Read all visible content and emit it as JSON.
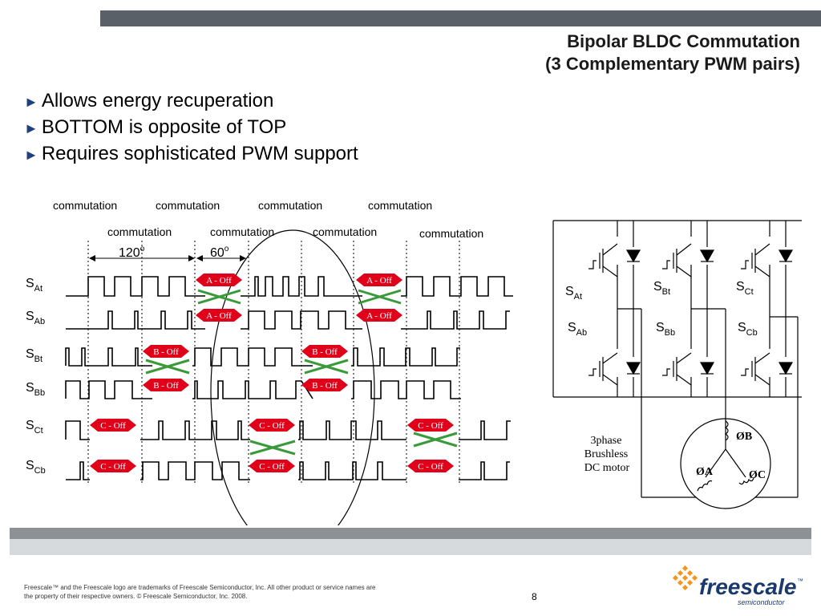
{
  "header": {
    "title_line1": "Bipolar BLDC Commutation",
    "title_line2": "(3 Complementary PWM pairs)"
  },
  "bullets": [
    "Allows energy recuperation",
    "BOTTOM is opposite of TOP",
    "Requires sophisticated PWM support"
  ],
  "diagram": {
    "commutation_label": "commutation",
    "angle_120": "120",
    "angle_60": "60",
    "degree_sym": "o",
    "signals": [
      {
        "main": "S",
        "sub": "At"
      },
      {
        "main": "S",
        "sub": "Ab"
      },
      {
        "main": "S",
        "sub": "Bt"
      },
      {
        "main": "S",
        "sub": "Bb"
      },
      {
        "main": "S",
        "sub": "Ct"
      },
      {
        "main": "S",
        "sub": "Cb"
      }
    ],
    "badges": {
      "a_off": "A - Off",
      "b_off": "B - Off",
      "c_off": "C - Off"
    },
    "colors": {
      "badge_red": "#e0001a",
      "arrow_green": "#3a9a3a"
    }
  },
  "bridge": {
    "labels": [
      {
        "main": "S",
        "sub": "At"
      },
      {
        "main": "S",
        "sub": "Bt"
      },
      {
        "main": "S",
        "sub": "Ct"
      },
      {
        "main": "S",
        "sub": "Ab"
      },
      {
        "main": "S",
        "sub": "Bb"
      },
      {
        "main": "S",
        "sub": "Cb"
      }
    ],
    "motor_line1": "3phase",
    "motor_line2": "Brushless",
    "motor_line3": "DC motor",
    "phase_b": "ØB",
    "phase_a": "ØA",
    "phase_c": "ØC"
  },
  "footer": {
    "legal_line1": "Freescale™ and the Freescale logo are trademarks of Freescale Semiconductor, Inc. All other product or service names are",
    "legal_line2": "the property of their respective owners. © Freescale Semiconductor, Inc. 2008.",
    "page_number": "8",
    "logo_text": "freescale",
    "logo_tm": "™",
    "logo_sub": "semiconductor"
  }
}
